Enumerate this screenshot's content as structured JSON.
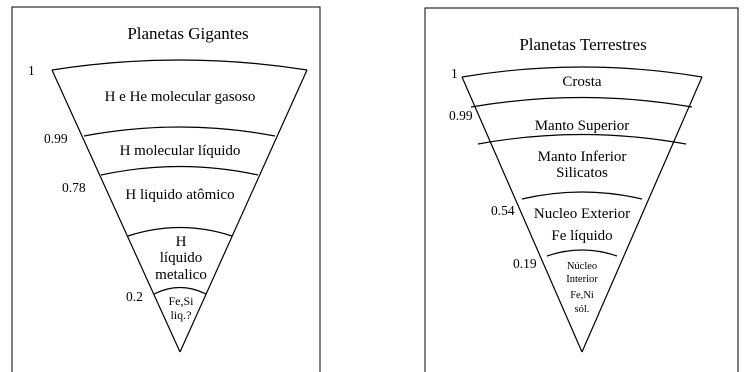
{
  "giants": {
    "title": "Planetas Gigantes",
    "radii": [
      "1",
      "0.99",
      "0.78",
      "0.2"
    ],
    "layers": {
      "l1": "H e He molecular gasoso",
      "l2": "H molecular líquido",
      "l3": "H liquido atômico",
      "l4a": "H",
      "l4b": "líquido",
      "l4c": "metalico",
      "l5a": "Fe,Si",
      "l5b": "liq.?"
    }
  },
  "terrestrial": {
    "title": "Planetas Terrestres",
    "radii": [
      "1",
      "0.99",
      "0.54",
      "0.19"
    ],
    "layers": {
      "l1": "Crosta",
      "l2": "Manto Superior",
      "l3a": "Manto Inferior",
      "l3b": "Silicatos",
      "l4a": "Nucleo Exterior",
      "l4b": "Fe líquido",
      "l5a": "Núcleo",
      "l5b": "Interior",
      "l5c": "Fe,Ni",
      "l5d": "sól."
    }
  }
}
